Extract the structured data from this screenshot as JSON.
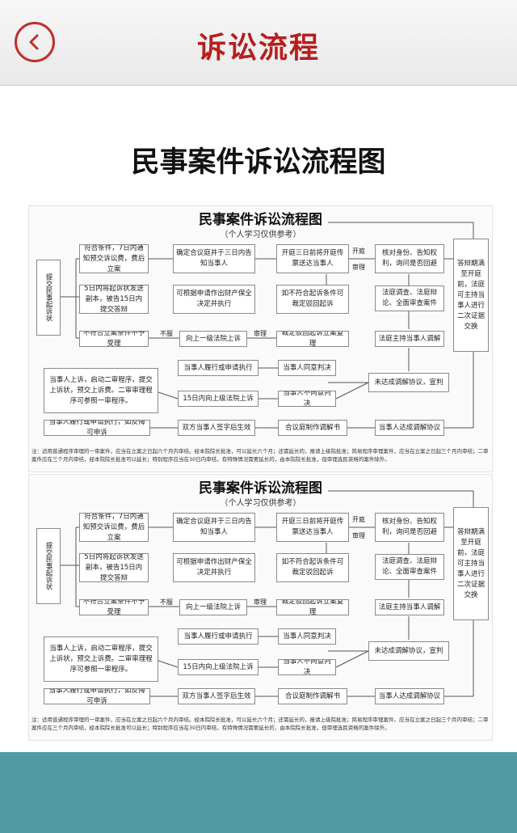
{
  "header": {
    "title": "诉讼流程"
  },
  "page": {
    "heading": "民事案件诉讼流程图"
  },
  "chart": {
    "title": "民事案件诉讼流程图",
    "subtitle": "（个人学习仅供参考）",
    "boxes": {
      "b0": "提交民事起诉状",
      "b1": "符合条件，7日内通知预交诉讼费，费后立案",
      "b2": "确定合议庭并于三日内告知当事人",
      "b3": "开庭三日前将开庭传票送达当事人",
      "b4": "核对身份、告知权利，询问是否回避",
      "b5": "答辩期满至开庭前，法庭可主持当事人进行二次证据交换",
      "b6": "5日内将起诉状发送副本，被告15日内提交答辩",
      "b7": "可根据申请作出财产保全决定并执行",
      "b8": "如不符合起诉条件可裁定驳回起诉",
      "b9": "法庭调查、法庭辩论、全面审查案件",
      "b10": "不符合立案条件不予受理",
      "b11": "向上一级法院上诉",
      "b12": "裁定驳回起诉立案复理",
      "b13": "法庭主持当事人调解",
      "b14": "当事人履行或申请执行",
      "b15": "当事人同意判决",
      "b16": "当事人上诉，启动二审程序，提交上诉状，预交上诉费。二审审理程序可参照一审程序。",
      "b17": "15日内向上级法院上诉",
      "b18": "当事人不同意判决",
      "b19": "未达成调解协议，宣判",
      "b20": "当事人履行或申请执行，如反悔可申诉",
      "b21": "双方当事人签字后生效",
      "b22": "合议庭制作调解书",
      "b23": "当事人达成调解协议"
    },
    "labels": {
      "l1": "开庭",
      "l2": "审理",
      "l3": "不服",
      "l4": "审理"
    },
    "note": "注：适用普通程序审理的一审案件，应当在立案之日起六个月内审结。经本院院长批准，可以延长六个月；还需延长的，报请上级院批准；简易程序审理案件，应当在立案之日起三个月内审结；二审案件应在三个月内审结，经本院院长批准可以延长；特别程序应当在30日内审结，有特殊情况需要延长的，由本院院长批准，但审理选民资格的案件除外。"
  },
  "colors": {
    "accent": "#b51f1d",
    "footer": "#4f9aa3"
  },
  "icons": {
    "back": "chevron-left-icon"
  }
}
